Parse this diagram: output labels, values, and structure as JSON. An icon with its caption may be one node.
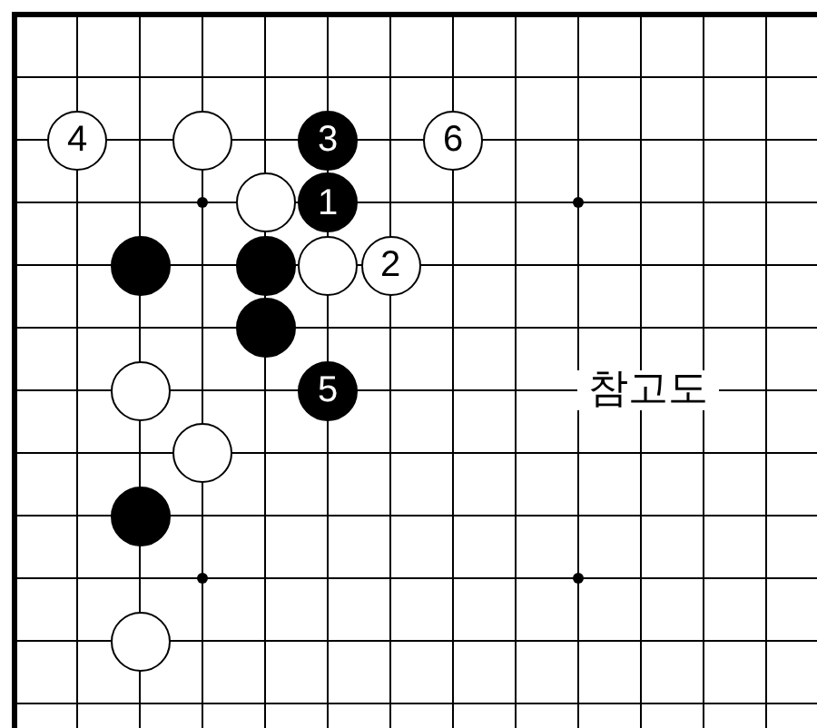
{
  "diagram": {
    "nodes": [
      {
        "text": [
          "4"
        ]
      },
      {
        "text": [],
        "shape": "circle"
      },
      {
        "text": [
          "3"
        ]
      },
      {
        "text": [
          "6"
        ]
      },
      {
        "text": [],
        "shape": "circle"
      },
      {
        "text": [
          "1"
        ]
      },
      {
        "text": [],
        "shape": "circle"
      },
      {
        "text": [],
        "shape": "circle"
      },
      {
        "text": [],
        "shape": "circle"
      },
      {
        "text": [
          "2"
        ]
      },
      {
        "text": [],
        "shape": "circle"
      },
      {
        "text": [],
        "shape": "circle"
      },
      {
        "text": [
          "5"
        ]
      },
      {
        "text": [],
        "shape": "circle"
      },
      {
        "text": [],
        "shape": "circle"
      },
      {
        "text": [],
        "shape": "circle"
      }
    ],
    "labels": [
      "참고도"
    ]
  }
}
